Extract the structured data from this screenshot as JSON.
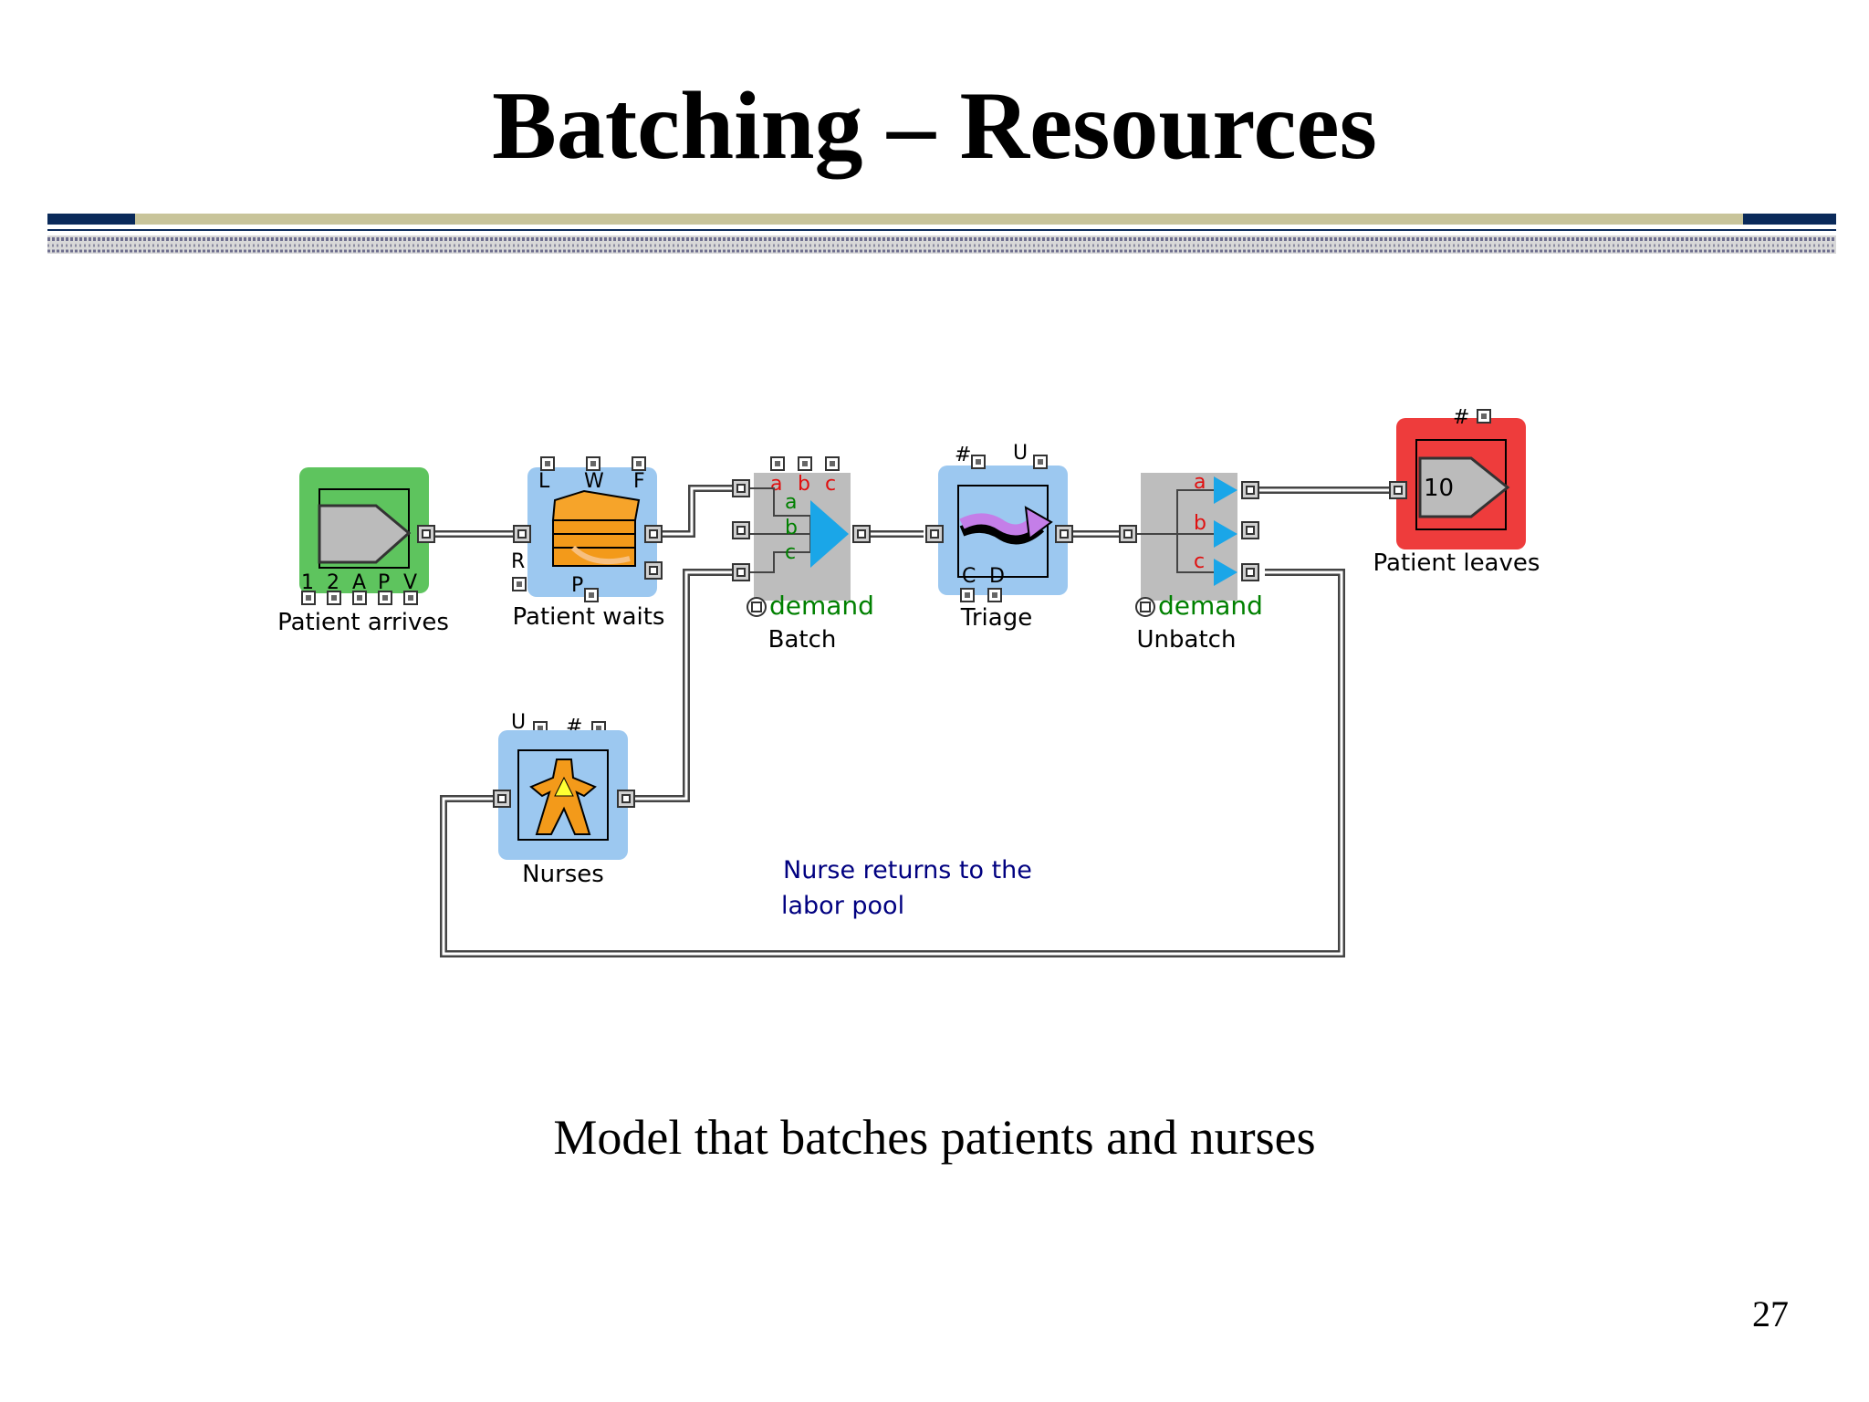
{
  "slide": {
    "title": "Batching – Resources",
    "caption": "Model that batches patients and nurses",
    "page_number": "27"
  },
  "colors": {
    "header_dark": "#0a2a5a",
    "header_khaki": "#c8c49a",
    "block_green": "#5ec45e",
    "block_blue": "#9cc8f0",
    "block_red": "#ee3c3c",
    "block_gray": "#bdbdbd",
    "triangle_cyan": "#1aa6e8",
    "note_text": "#000080"
  },
  "diagram": {
    "blocks": {
      "patient_arrives": {
        "label": "Patient arrives",
        "icon": "create-exit-icon",
        "ports": [
          "1",
          "2",
          "A",
          "P",
          "V"
        ]
      },
      "patient_waits": {
        "label": "Patient waits",
        "icon": "queue-stack-icon",
        "ports_top": [
          "L",
          "W",
          "F"
        ],
        "ports_left": [
          "R"
        ],
        "ports_bottom": [
          "P"
        ]
      },
      "batch": {
        "label": "Batch",
        "demand": "demand",
        "top_ports": [
          "a",
          "b",
          "c"
        ],
        "inner_ports": [
          "a",
          "b",
          "c"
        ]
      },
      "triage": {
        "label": "Triage",
        "icon": "activity-arrow-icon",
        "top_ports": [
          "#",
          "U"
        ],
        "bottom_ports": [
          "C",
          "D"
        ]
      },
      "unbatch": {
        "label": "Unbatch",
        "demand": "demand",
        "outputs": [
          "a",
          "b",
          "c"
        ]
      },
      "patient_leaves": {
        "label": "Patient leaves",
        "top_port": "#",
        "count": "10"
      },
      "nurses": {
        "label": "Nurses",
        "icon": "nurse-figure-icon",
        "top_ports": [
          "U",
          "#"
        ]
      }
    },
    "annotation": {
      "line1": "Nurse returns to the",
      "line2": "labor pool"
    }
  }
}
